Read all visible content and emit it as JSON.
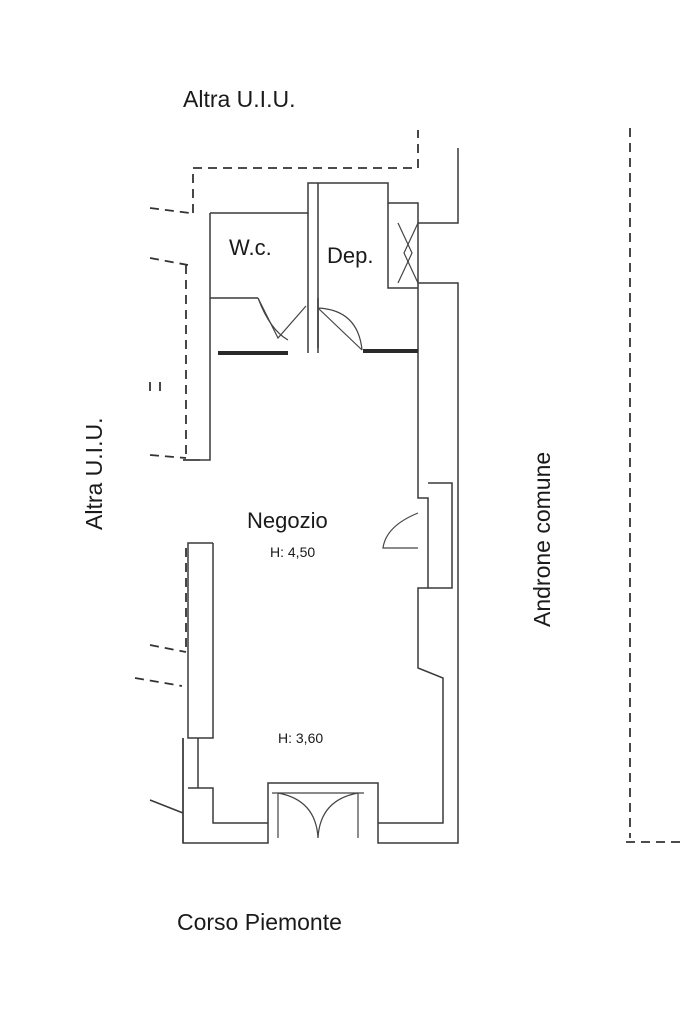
{
  "labels": {
    "neighbor_top": "Altra U.I.U.",
    "neighbor_left": "Altra U.I.U.",
    "corridor_right": "Androne comune",
    "street_bottom": "Corso Piemonte",
    "room_wc": "W.c.",
    "room_storage": "Dep.",
    "room_shop": "Negozio",
    "height_upper": "H: 4,50",
    "height_lower": "H: 3,60"
  }
}
